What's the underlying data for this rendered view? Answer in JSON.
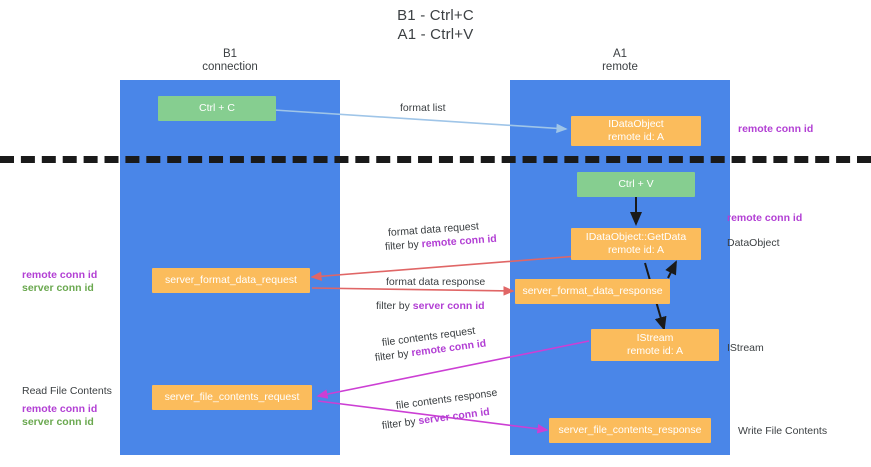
{
  "title": {
    "line1": "B1 - Ctrl+C",
    "line2": "A1 - Ctrl+V"
  },
  "columns": [
    {
      "id": "b1",
      "name": "B1",
      "role": "connection"
    },
    {
      "id": "a1",
      "name": "A1",
      "role": "remote"
    }
  ],
  "nodes": {
    "ctrl_c": {
      "l1": "Ctrl + C",
      "l2": ""
    },
    "idataobject": {
      "l1": "IDataObject",
      "l2": "remote id: A"
    },
    "ctrl_v": {
      "l1": "Ctrl + V",
      "l2": ""
    },
    "getdata": {
      "l1": "IDataObject::GetData",
      "l2": "remote id: A"
    },
    "fmt_req": {
      "l1": "server_format_data_request",
      "l2": ""
    },
    "fmt_resp": {
      "l1": "server_format_data_response",
      "l2": ""
    },
    "istream": {
      "l1": "IStream",
      "l2": "remote id: A"
    },
    "file_req": {
      "l1": "server_file_contents_request",
      "l2": ""
    },
    "file_resp": {
      "l1": "server_file_contents_response",
      "l2": ""
    }
  },
  "edge_labels": {
    "format_list": {
      "text": "format list"
    },
    "fmt_data_request": {
      "text": "format data request",
      "filter_prefix": "filter by ",
      "filter_key": "remote conn id"
    },
    "fmt_data_response": {
      "text": "format data response",
      "filter_prefix": "filter by ",
      "filter_key": "server conn id"
    },
    "file_request": {
      "text": "file contents request",
      "filter_prefix": "filter by ",
      "filter_key": "remote conn id"
    },
    "file_response": {
      "text": "file contents response",
      "filter_prefix": "filter by ",
      "filter_key": "server conn id"
    }
  },
  "right_labels": {
    "remote_conn_id_top": "remote conn id",
    "remote_conn_id_mid": "remote conn id",
    "dataobject": "DataObject",
    "istream": "IStream",
    "write_file_contents": "Write File Contents"
  },
  "left_labels": {
    "remote_conn_id_mid": "remote conn id",
    "server_conn_id_mid": "server conn id",
    "read_file_contents": "Read File Contents",
    "remote_conn_id_bot": "remote conn id",
    "server_conn_id_bot": "server conn id"
  },
  "colors": {
    "lane": "#4a86e8",
    "green_node": "#86ce90",
    "orange_node": "#fbbc5c",
    "purple": "#b23fd4",
    "green_text": "#6aa84f",
    "arrow_blue": "#9fc5e8",
    "arrow_red": "#e06666",
    "arrow_magenta": "#c councild",
    "arrow_magenta_real": "#cc3fd4",
    "arrow_black": "#1a1a1a",
    "divider": "#1a1a1a"
  }
}
